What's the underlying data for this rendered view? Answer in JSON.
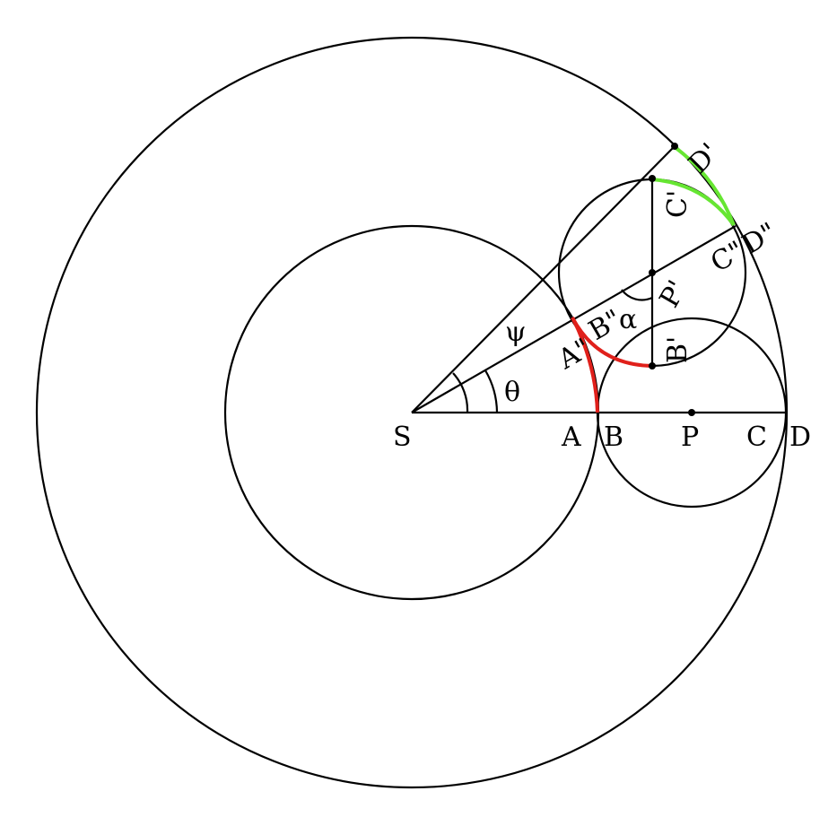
{
  "labels": {
    "S": "S",
    "A": "A",
    "B": "B",
    "P": "P",
    "C": "C",
    "D": "D",
    "A2": "A\"",
    "B2": "B\"",
    "C2": "C\"",
    "D2": "D\"",
    "B1": "B'",
    "C1": "C'",
    "D1": "D'",
    "P1": "P'",
    "psi": "ψ",
    "theta": "θ",
    "alpha": "α"
  },
  "colors": {
    "line": "#000000",
    "red_arc": "#e0201b",
    "green_arc": "#66e632",
    "background": "#ffffff"
  }
}
